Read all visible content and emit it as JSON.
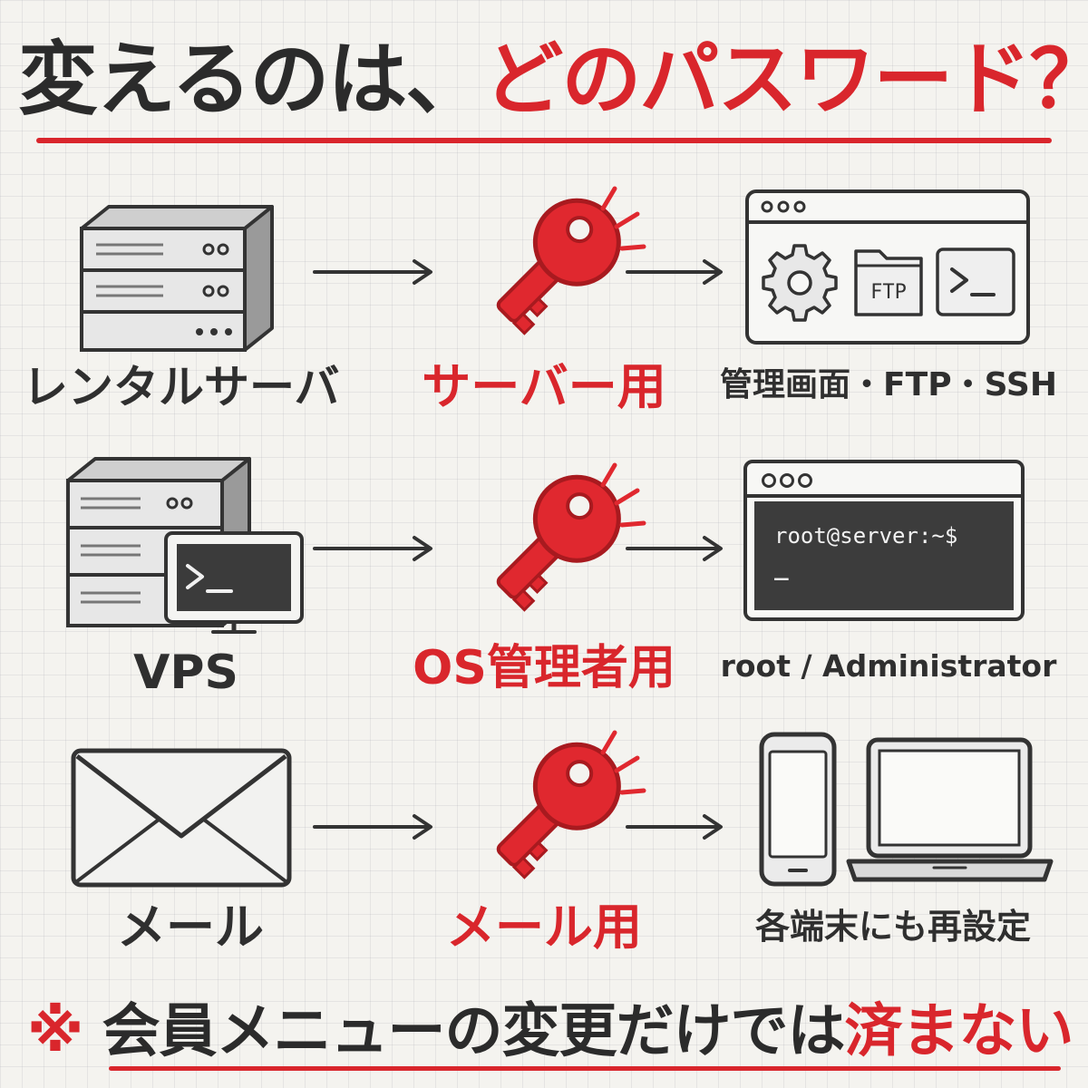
{
  "title": {
    "part1": "変えるのは、",
    "part2": "どのパスワード？"
  },
  "rows": [
    {
      "source_label": "レンタルサーバ",
      "key_label": "サーバー用",
      "target_label": "管理画面・FTP・SSH",
      "target_icons": [
        "gear-icon",
        "ftp-folder-icon",
        "terminal-icon"
      ],
      "ftp_text": "FTP"
    },
    {
      "source_label": "VPS",
      "key_label": "OS管理者用",
      "target_label": "root / Administrator",
      "terminal_prompt": "root@server:~$",
      "terminal_cursor": "_"
    },
    {
      "source_label": "メール",
      "key_label": "メール用",
      "target_label": "各端末にも再設定",
      "target_icons": [
        "smartphone-icon",
        "laptop-icon"
      ]
    }
  ],
  "footer": {
    "mark": "※",
    "text": "会員メニューの変更だけでは",
    "emphasis": "済まない"
  },
  "colors": {
    "accent": "#d9262c",
    "ink": "#2f2f2f",
    "paper": "#f4f3ef"
  }
}
